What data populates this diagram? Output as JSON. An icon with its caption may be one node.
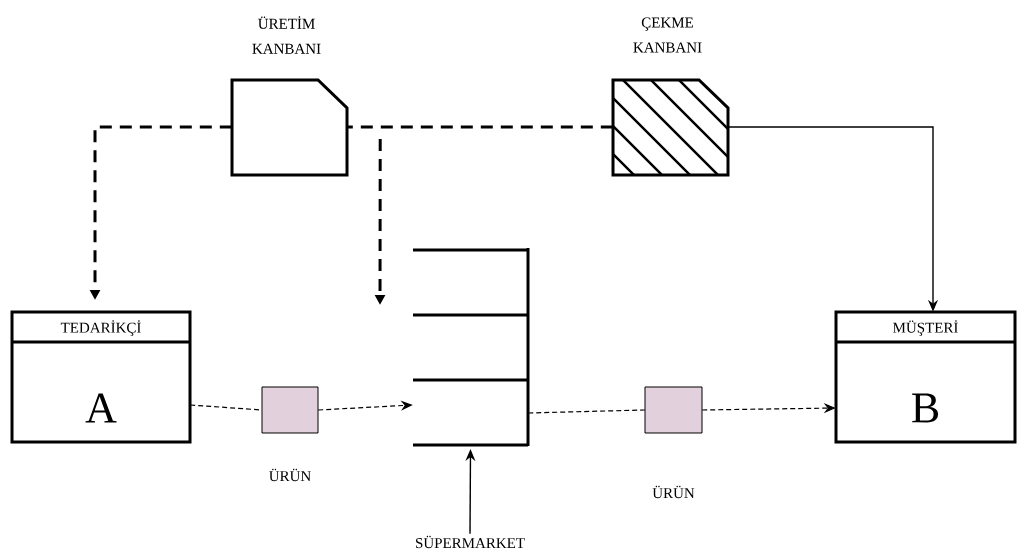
{
  "diagram": {
    "nodes": [
      {
        "text": [
          "ÜRETİM KANBANI"
        ]
      },
      {
        "text": [
          "ÇEKME KANBANI"
        ]
      },
      {
        "text": [
          "TEDARİKÇİ",
          "A"
        ]
      },
      {
        "text": [],
        "shape": "box",
        "beside": [
          "ÜRÜN"
        ]
      },
      {
        "text": [],
        "shape": "picture"
      },
      {
        "text": [],
        "shape": "box",
        "beside": [
          "ÜRÜN"
        ]
      },
      {
        "text": [
          "MÜŞTERİ",
          "B"
        ]
      },
      {
        "text": [
          "SÜPERMARKET"
        ]
      }
    ],
    "edges": [
      {
        "from": 0,
        "to": 2,
        "arrow": "to",
        "style": "dashed"
      },
      {
        "from": 1,
        "to": 0,
        "arrow": "none",
        "style": "dashed"
      },
      {
        "from": 0,
        "to": 4,
        "arrow": "to",
        "style": "dashed"
      },
      {
        "from": 1,
        "to": 6,
        "arrow": "to"
      },
      {
        "from": 2,
        "to": 3,
        "arrow": "none",
        "style": "dashed"
      },
      {
        "from": 3,
        "to": 4,
        "arrow": "to",
        "style": "dashed"
      },
      {
        "from": 4,
        "to": 5,
        "arrow": "none",
        "style": "dashed"
      },
      {
        "from": 5,
        "to": 6,
        "arrow": "to",
        "style": "dashed"
      },
      {
        "from": 7,
        "to": 4,
        "arrow": "to"
      }
    ]
  }
}
